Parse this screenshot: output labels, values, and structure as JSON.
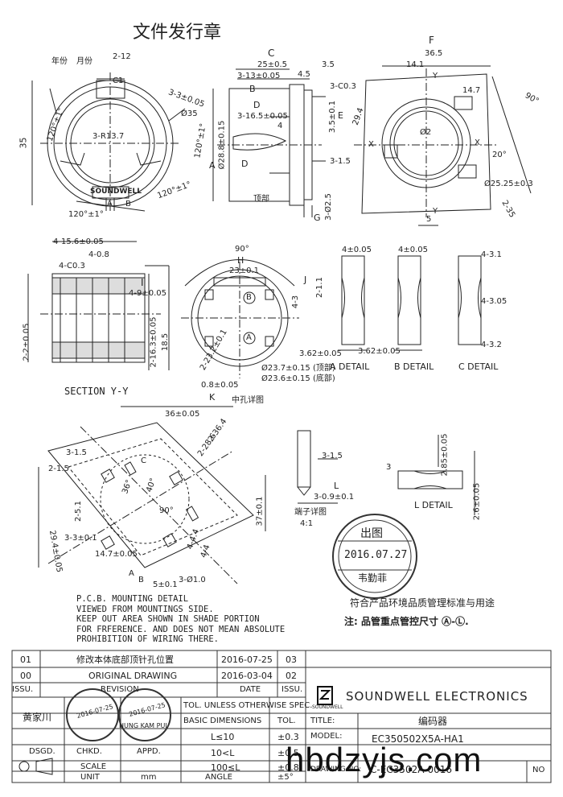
{
  "header": {
    "doc_title": "文件发行章"
  },
  "top_view": {
    "labels": [
      "年份",
      "月份",
      "2-12",
      "C1",
      "3-3±0.05",
      "Ø35",
      "35",
      "3-R13.7",
      "120°±1°",
      "120°±1°",
      "120°±1°",
      "120°±1°",
      "A",
      "B",
      "SOUNDWELL"
    ]
  },
  "side_view": {
    "labels": [
      "C",
      "25±0.5",
      "3.5",
      "4.5",
      "3-13±0.05",
      "B",
      "3-C0.3",
      "D",
      "3-16.5±0.05",
      "4",
      "Ø28.8±0.15",
      "A",
      "E",
      "3.5±0.1",
      "D",
      "3-1.5",
      "3-Ø2.5",
      "G",
      "顶部"
    ]
  },
  "right_view": {
    "labels": [
      "F",
      "36.5",
      "14.1",
      "14.7",
      "90°",
      "29.4",
      "Y",
      "Y",
      "X",
      "X",
      "Ø2",
      "Ø25.25±0.3",
      "20°",
      "2-35",
      "5"
    ]
  },
  "section_view": {
    "labels": [
      "4-15.6±0.05",
      "4-0.8",
      "4-C0.3",
      "I",
      "4-9±0.05",
      "2-2±0.05",
      "2-16.3±0.05",
      "18.5",
      "SECTION Y-Y"
    ]
  },
  "hole_detail": {
    "labels": [
      "90°",
      "H",
      "23±0.1",
      "J",
      "4-3",
      "2-1.1",
      "B",
      "A",
      "2-23.2±0.1",
      "0.8±0.05",
      "K",
      "Ø23.7±0.15 (顶部)",
      "Ø23.6±0.15 (底部)",
      "中孔详图"
    ]
  },
  "details": {
    "labels": [
      "4±0.05",
      "4±0.05",
      "4-3.1",
      "4-3.05",
      "4-3.2",
      "3.62±0.05",
      "3.62±0.05",
      "A DETAIL",
      "B DETAIL",
      "C DETAIL"
    ]
  },
  "pcb_view": {
    "labels": [
      "36±0.05",
      "2-36.4",
      "2-28.6",
      "3-1.5",
      "2-1.5",
      "2-5.1",
      "3-3±0.1",
      "29.4±0.05",
      "14.7±0.05",
      "5±0.1",
      "3-Ø1.0",
      "37±0.1",
      "4-4.4",
      "4-4",
      "A",
      "B",
      "C",
      "36°",
      "90°",
      "40°"
    ]
  },
  "terminal_detail": {
    "labels": [
      "3-1.5",
      "3-0.9±0.1",
      "L",
      "端子详图",
      "4:1"
    ]
  },
  "l_detail": {
    "labels": [
      "2.85±0.05",
      "3",
      "2.6±0.05",
      "L DETAIL"
    ]
  },
  "pcb_note": {
    "lines": [
      "P.C.B. MOUNTING DETAIL",
      "VIEWED FROM MOUNTINGS SIDE.",
      "KEEP OUT AREA SHOWN IN SHADE PORTION",
      "FOR FRFERENCE. AND DOES NOT MEAN ABSOLUTE",
      "PROHIBITION OF WIRING THERE."
    ]
  },
  "stamp": {
    "top": "出图",
    "date": "2016.07.27",
    "bottom": "韦勤菲"
  },
  "compliance": {
    "line1": "符合产品环境品质管理标准与用途",
    "line2": "注: 品管重点管控尺寸 Ⓐ-Ⓛ."
  },
  "title_block": {
    "rev1": {
      "no": "01",
      "desc": "修改本体底部顶针孔位置",
      "date": "2016-07-25",
      "seq": "03"
    },
    "rev0": {
      "no": "00",
      "desc": "ORIGINAL DRAWING",
      "date": "2016-03-04",
      "seq": "02"
    },
    "rev_header": {
      "issu": "ISSU.",
      "revision": "REVISION",
      "date": "DATE",
      "issu2": "ISSU."
    },
    "company": "SOUNDWELL ELECTRONICS",
    "company_logo_text": "SOUNDWELL",
    "drawer": "黄家川",
    "tol_header": "TOL. UNLESS OTHERWISE SPEC.",
    "basic_dims": "BASIC DIMENSIONS",
    "tol": "TOL.",
    "r1": {
      "dim": "L≤10",
      "tol": "±0.3"
    },
    "r2": {
      "dim": "10<L",
      "tol": "±0.5"
    },
    "r3": {
      "dim": "100≤L",
      "tol": "±0.8"
    },
    "r4": {
      "dim": "ANGLE",
      "tol": "±5°"
    },
    "left": {
      "dsgd": "DSGD.",
      "chkd": "CHKD.",
      "appd": "APPD.",
      "scale": "SCALE",
      "unit": "UNIT",
      "mm": "mm"
    },
    "title_label": "TITLE:",
    "title_value": "编码器",
    "model_label": "MODEL:",
    "model_value": "EC350502X5A-HA1",
    "drawing_label": "DRAWING NO:",
    "drawing_value": "C-EC3502A-0016",
    "no_label": "NO",
    "stamp_date": "2016-07-25",
    "stamp_date2": "2016-07-25",
    "stamp_name": "HUNG KAM PUI"
  },
  "watermark": "hbdzyjs.com"
}
